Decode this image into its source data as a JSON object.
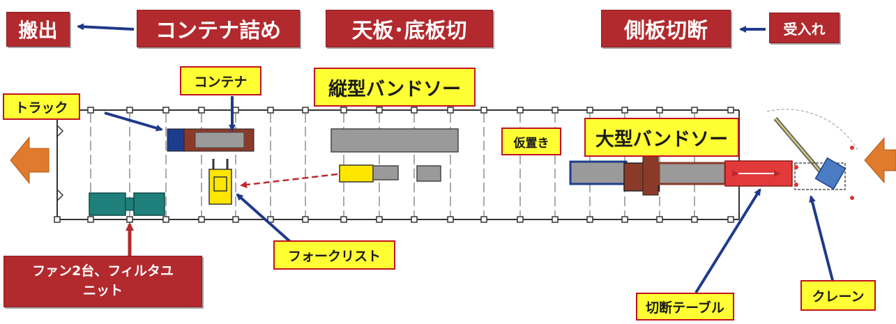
{
  "header": {
    "hanshutsu": "搬出",
    "container_zume": "コンテナ詰め",
    "tenban_teiban": "天板･底板切",
    "sokuban_setsudan": "側板切断",
    "ukeire": "受入れ"
  },
  "labels": {
    "truck": "トラック",
    "container": "コンテナ",
    "vertical_bandsaw": "縦型バンドソー",
    "temporary_storage": "仮置き",
    "large_bandsaw": "大型バンドソー",
    "forklift": "フォークリスト",
    "fan_filter_line1": "ファン2台、フィルタユ",
    "fan_filter_line2": "ニット",
    "cutting_table": "切断テーブル",
    "crane": "クレーン"
  },
  "colors": {
    "header_red": "#b22a2e",
    "label_yellow": "#ffff33",
    "label_border": "#c1121f",
    "arrow_blue": "#1f3a8a",
    "arrow_orange": "#e07a2c",
    "equipment_gray": "#9a9a9a",
    "fan_teal": "#1f7f7a",
    "forklift_yellow": "#ffe600",
    "container_brown": "#8b3a2a"
  }
}
